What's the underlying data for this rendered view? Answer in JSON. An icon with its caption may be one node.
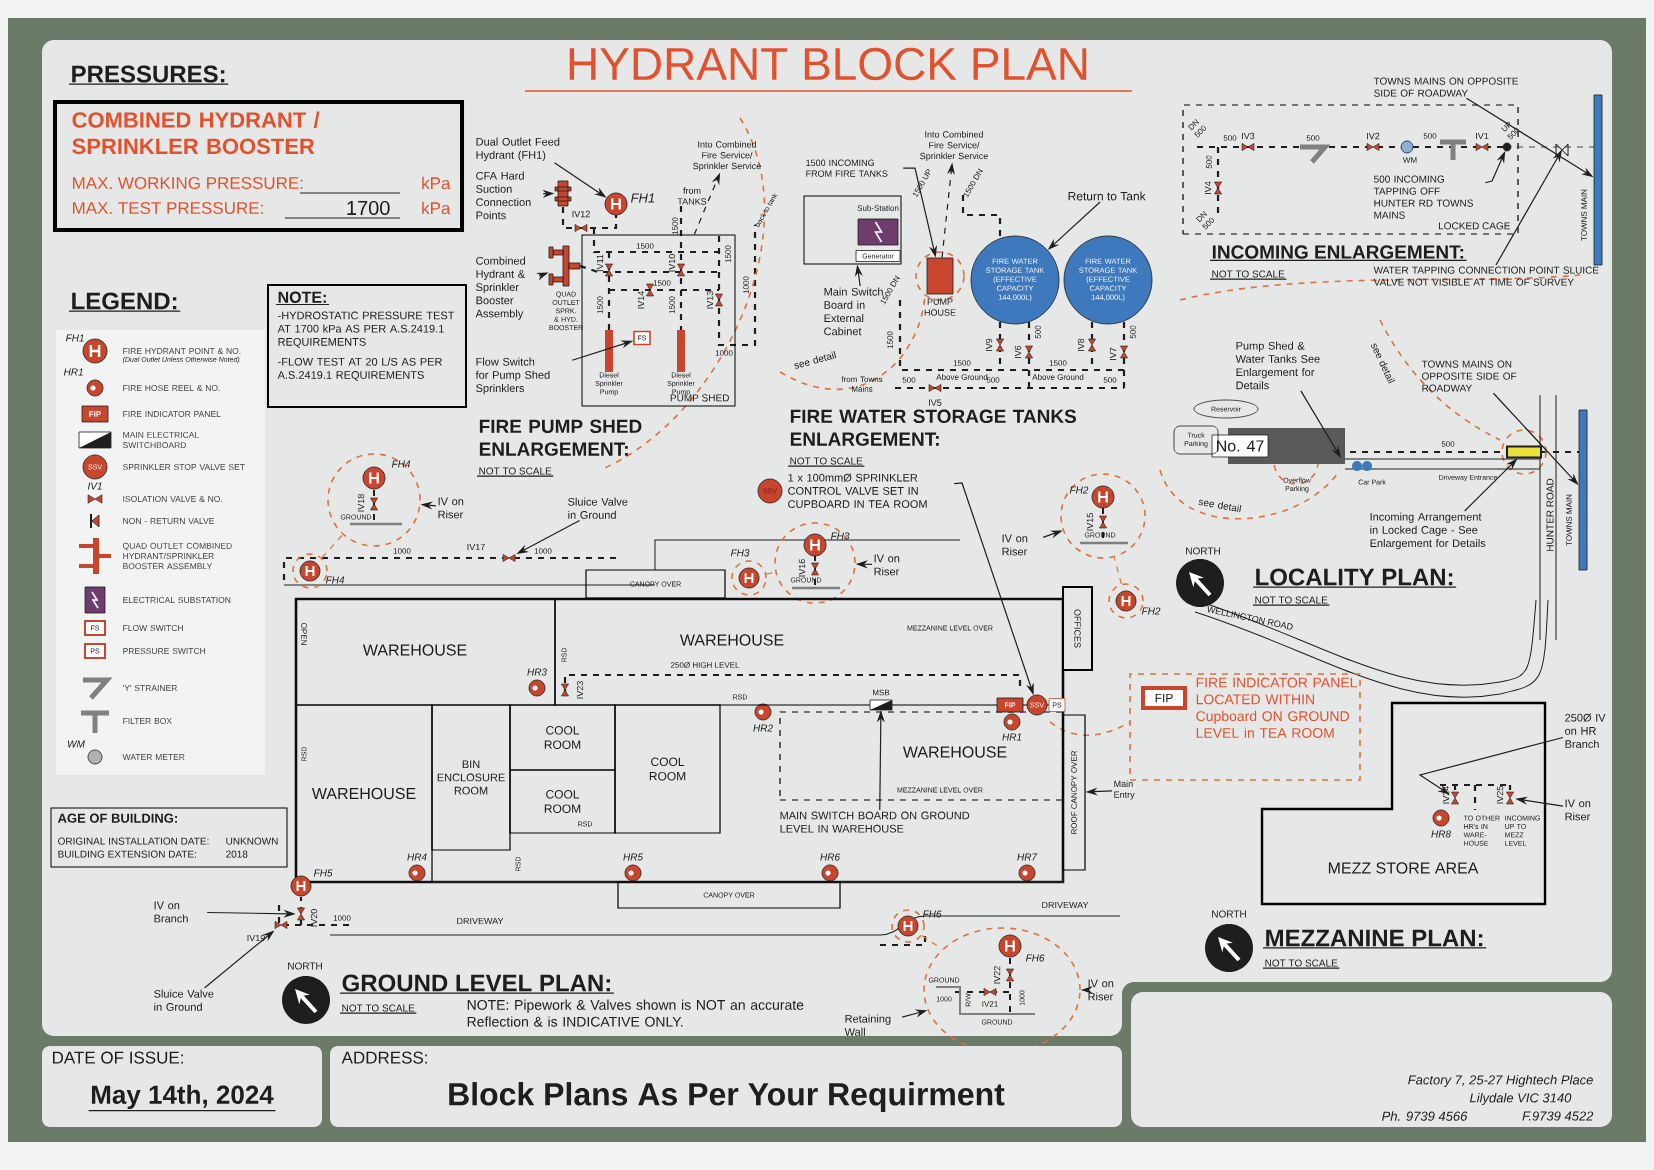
{
  "diagram": {
    "title": "HYDRANT BLOCK PLAN",
    "nodes": [
      {
        "text": [
          "COMBINED HYDRANT / SPRINKLER BOOSTER",
          "MAX. WORKING PRESSURE:",
          "kPa",
          "MAX. TEST PRESSURE:",
          "1700",
          "kPa"
        ]
      },
      {
        "text": [
          "NOTE:",
          "-HYDROSTATIC PRESSURE TEST AT 1700 kPa AS PER A.S.2419.1 REQUIREMENTS",
          "-FLOW TEST AT 20 L/S AS PER A.S.2419.1 REQUIREMENTS"
        ]
      },
      {
        "text": [
          "AGE OF BUILDING:",
          "ORIGINAL INSTALLATION DATE:",
          "UNKNOWN",
          "BUILDING EXTENSION DATE:",
          "2018"
        ]
      },
      {
        "text": [
          "Dual Outlet Feed Hydrant (FH1)"
        ]
      },
      {
        "text": [],
        "shape": "circle",
        "beside": [
          "FH1"
        ]
      },
      {
        "text": [
          "CFA Hard Suction Connection Points"
        ]
      },
      {
        "text": [],
        "shape": "picture"
      },
      {
        "text": [
          "Combined Hydrant & Sprinkler Booster Assembly"
        ]
      },
      {
        "text": [],
        "shape": "picture",
        "beside": [
          "QUAD OUTLET SPRK. & HYD. BOOSTER"
        ]
      },
      {
        "text": [
          "Flow Switch for Pump Shed Sprinklers"
        ]
      },
      {
        "text": [
          "PUMP SHED"
        ]
      },
      {
        "text": [
          "FS"
        ],
        "in": 10
      },
      {
        "text": [
          "Into Combined Fire Service/ Sprinkler Service"
        ]
      },
      {
        "text": [
          "Main Switch Board in External Cabinet"
        ]
      },
      {
        "text": [],
        "shape": "box"
      },
      {
        "text": [
          "Sub-Station"
        ],
        "in": 14
      },
      {
        "text": [
          "Generator"
        ],
        "in": 14
      },
      {
        "text": [
          "1500 INCOMING FROM FIRE TANKS"
        ]
      },
      {
        "text": [],
        "shape": "box",
        "beside": [
          "PUMP HOUSE"
        ]
      },
      {
        "text": [
          "Into Combined Fire Service/ Sprinkler Service"
        ]
      },
      {
        "text": [
          "FIRE WATER STORAGE TANK (EFFECTIVE CAPACITY 144,000L)"
        ]
      },
      {
        "text": [
          "FIRE WATER STORAGE TANK (EFFECTIVE CAPACITY 144,000L)"
        ]
      },
      {
        "text": [
          "Return to Tank"
        ]
      },
      {
        "text": [
          "Sluice Valve in Ground"
        ]
      },
      {
        "text": [
          "FH4",
          "IV18",
          "GROUND"
        ]
      },
      {
        "text": [
          "IV on Riser"
        ]
      },
      {
        "text": [],
        "shape": "circle",
        "beside": [
          "FH4"
        ]
      },
      {
        "text": [
          "SSV"
        ]
      },
      {
        "text": [
          "1 x 100mmØ SPRINKLER CONTROL VALVE SET IN CUPBOARD IN TEA ROOM"
        ]
      },
      {
        "text": [],
        "shape": "circle",
        "beside": [
          "FH3"
        ]
      },
      {
        "text": [
          "FH3",
          "IV16",
          "GROUND"
        ]
      },
      {
        "text": [
          "IV on Riser"
        ]
      },
      {
        "text": [
          "FH2",
          "IV15",
          "GROUND"
        ]
      },
      {
        "text": [
          "IV on Riser"
        ]
      },
      {
        "text": [],
        "shape": "circle",
        "beside": [
          "FH2"
        ]
      },
      {
        "text": [],
        "shape": "box"
      },
      {
        "text": [
          "WAREHOUSE"
        ],
        "in": 35
      },
      {
        "text": [
          "WAREHOUSE"
        ],
        "in": 35
      },
      {
        "text": [
          "WAREHOUSE"
        ],
        "in": 35
      },
      {
        "text": [
          "BIN ENCLOSURE ROOM"
        ],
        "in": 35
      },
      {
        "text": [
          "COOL ROOM"
        ],
        "in": 35
      },
      {
        "text": [
          "COOL ROOM"
        ],
        "in": 35
      },
      {
        "text": [
          "COOL ROOM"
        ],
        "in": 35
      },
      {
        "text": [
          "WAREHOUSE"
        ],
        "in": 35
      },
      {
        "text": [
          "OFFICES"
        ]
      },
      {
        "text": [
          "MSB"
        ],
        "in": 35
      },
      {
        "text": [
          "FIP"
        ],
        "in": 35
      },
      {
        "text": [
          "SSV"
        ],
        "in": 35
      },
      {
        "text": [
          "PS"
        ],
        "in": 35
      },
      {
        "text": [
          "MAIN SWITCH BOARD ON GROUND LEVEL IN WAREHOUSE"
        ],
        "in": 35
      },
      {
        "text": [
          "FIP",
          "FIRE INDICATOR PANEL LOCATED WITHIN Cupboard ON GROUND LEVEL in TEA ROOM"
        ]
      },
      {
        "text": [
          "ROOF CANOPY OVER"
        ]
      },
      {
        "text": [
          "Main Entry"
        ]
      },
      {
        "text": [
          "CANOPY OVER"
        ]
      },
      {
        "text": [
          "CANOPY OVER"
        ]
      },
      {
        "text": [
          "IV on Branch"
        ]
      },
      {
        "text": [
          "Sluice Valve in Ground"
        ]
      },
      {
        "text": [],
        "shape": "circle",
        "beside": [
          "FH6"
        ]
      },
      {
        "text": [
          "FH6",
          "IV22",
          "GROUND",
          "1000",
          "R/W",
          "IV21",
          "1000",
          "GROUND"
        ]
      },
      {
        "text": [
          "IV on Riser"
        ]
      },
      {
        "text": [
          "Retaining Wall"
        ]
      },
      {
        "text": [
          "MEZZ STORE AREA"
        ]
      },
      {
        "text": [
          "250Ø IV on HR Branch"
        ]
      },
      {
        "text": [
          "IV on Riser"
        ]
      },
      {
        "text": [
          "LOCKED CAGE"
        ]
      },
      {
        "text": [
          "TOWNS MAINS ON OPPOSITE SIDE OF ROADWAY"
        ]
      },
      {
        "text": [
          "TOWNS MAIN"
        ]
      },
      {
        "text": [
          "500 INCOMING TAPPING OFF HUNTER RD TOWNS MAINS"
        ],
        "in": 64
      },
      {
        "text": [
          "WATER TAPPING CONNECTION POINT SLUICE VALVE NOT VISIBLE AT TIME OF SURVEY"
        ]
      },
      {
        "text": [
          "Pump Shed & Water Tanks See Enlargement for Details"
        ]
      },
      {
        "text": [
          "TOWNS MAINS ON OPPOSITE SIDE OF ROADWAY"
        ]
      },
      {
        "text": [
          "TOWNS MAIN"
        ]
      },
      {
        "text": [
          "Incoming Arrangement in Locked Cage - See Enlargement for Details"
        ]
      },
      {
        "text": [],
        "shape": "box"
      },
      {
        "text": [
          "No. 47"
        ]
      },
      {
        "text": [
          "Reservoir"
        ]
      },
      {
        "text": [
          "Truck Parking"
        ]
      },
      {
        "text": [
          "DATE OF ISSUE:",
          "May 14th, 2024"
        ]
      },
      {
        "text": [
          "ADDRESS:",
          "Block Plans As Per Your Requirment"
        ]
      },
      {
        "text": [
          "Factory 7, 25-27 Hightech Place",
          "Lilydale VIC 3140",
          "Ph. 9739 4566",
          "F.9739 4522"
        ]
      },
      {
        "text": [],
        "shape": "circle",
        "beside": [
          "FH5"
        ]
      },
      {
        "text": [],
        "shape": "picture",
        "in": 61
      },
      {
        "text": [],
        "shape": "picture",
        "in": 61
      },
      {
        "text": [],
        "shape": "circle",
        "in": 64
      },
      {
        "text": [],
        "shape": "picture"
      },
      {
        "text": [],
        "shape": "picture"
      },
      {
        "text": [],
        "shape": "picture"
      }
    ],
    "edges": [
      {
        "from": 3,
        "to": 4,
        "arrow": "to"
      },
      {
        "from": 5,
        "to": 6,
        "arrow": "to"
      },
      {
        "from": 7,
        "to": 8,
        "arrow": "to"
      },
      {
        "from": 9,
        "to": 11,
        "arrow": "to"
      },
      {
        "from": 10,
        "to": 12,
        "arrow": "to",
        "style": "dashed"
      },
      {
        "from": 13,
        "to": 14,
        "arrow": "to"
      },
      {
        "from": 17,
        "to": 18,
        "arrow": "to"
      },
      {
        "from": 18,
        "to": 19,
        "arrow": "to",
        "style": "dashed"
      },
      {
        "from": 22,
        "to": 20,
        "arrow": "to"
      },
      {
        "from": 23,
        "to": 84,
        "arrow": "to"
      },
      {
        "from": 26,
        "to": 24,
        "arrow": "none",
        "style": "dashed",
        "color": "#e0703c"
      },
      {
        "from": 25,
        "to": 24,
        "arrow": "to"
      },
      {
        "from": 28,
        "to": 47,
        "arrow": "to"
      },
      {
        "from": 29,
        "to": 30,
        "arrow": "none",
        "style": "dashed",
        "color": "#e0703c"
      },
      {
        "from": 31,
        "to": 30,
        "arrow": "to"
      },
      {
        "from": 33,
        "to": 32,
        "arrow": "to"
      },
      {
        "from": 34,
        "to": 32,
        "arrow": "none",
        "style": "dashed",
        "color": "#e0703c"
      },
      {
        "from": 49,
        "to": 45,
        "arrow": "to"
      },
      {
        "from": 52,
        "to": 51,
        "arrow": "to"
      },
      {
        "from": 55,
        "to": 85,
        "arrow": "to"
      },
      {
        "from": 56,
        "to": 86,
        "arrow": "to"
      },
      {
        "from": 57,
        "to": 58,
        "arrow": "none",
        "style": "dashed",
        "color": "#e0703c"
      },
      {
        "from": 59,
        "to": 58,
        "arrow": "to"
      },
      {
        "from": 60,
        "to": 58,
        "arrow": "to"
      },
      {
        "from": 62,
        "to": 81,
        "arrow": "to"
      },
      {
        "from": 63,
        "to": 82,
        "arrow": "to"
      },
      {
        "from": 65,
        "to": 66,
        "arrow": "to"
      },
      {
        "from": 67,
        "to": 83,
        "arrow": "to"
      },
      {
        "from": 68,
        "to": null,
        "arrow": "to"
      },
      {
        "from": 70,
        "to": 71,
        "arrow": "to"
      },
      {
        "from": 72,
        "to": 73,
        "arrow": "to"
      },
      {
        "from": 69,
        "to": null,
        "arrow": "to"
      }
    ],
    "labels": [
      "PRESSURES:",
      "LEGEND:",
      "FH1",
      "(Dual Outlet Unless Otherwise Noted)",
      "HR1",
      "FIP",
      "SSV",
      "IV1",
      "FS",
      "PS",
      "WM",
      "from TANKS",
      "IV12",
      "1500",
      "IV11",
      "IV10",
      "1500",
      "1500",
      "1500",
      "1500",
      "IV14",
      "1500",
      "IV13",
      "1000",
      "1000",
      "back to tank",
      "Diesel Sprinkler Pump",
      "Diesel Sprinkler Pump",
      "FIRE PUMP SHED ENLARGEMENT:",
      "NOT TO SCALE",
      "1500 UP",
      "1500 DN",
      "1500 DN",
      "1500",
      "IV9",
      "500",
      "IV6",
      "IV8",
      "500",
      "IV7",
      "1500",
      "Above Ground",
      "1500",
      "Above Ground",
      "from Towns Mains",
      "500",
      "IV5",
      "500",
      "500",
      "see detail",
      "FIRE WATER STORAGE TANKS ENLARGEMENT:",
      "NOT TO SCALE",
      "DN 500",
      "500",
      "IV3",
      "500",
      "IV2",
      "WM",
      "500",
      "IV1",
      "UP 500",
      "500",
      "IV4",
      "DN 500",
      "INCOMING ENLARGEMENT:",
      "NOT TO SCALE",
      "see detail",
      "500",
      "Driveway Entrance",
      "Overflow Parking",
      "Car Park",
      "see detail",
      "HUNTER ROAD",
      "WELLINGTON ROAD",
      "NORTH",
      "LOCALITY PLAN:",
      "NOT TO SCALE",
      "1000",
      "IV17",
      "1000",
      "OPEN",
      "RSD",
      "250Ø HIGH LEVEL",
      "HR3",
      "IV23",
      "RSD",
      "HR2",
      "HR1",
      "MEZZANINE LEVEL OVER",
      "MEZZANINE LEVEL OVER",
      "RSD",
      "RSD",
      "RSD",
      "HR4",
      "HR5",
      "HR6",
      "HR7",
      "DRIVEWAY",
      "DRIVEWAY",
      "IV19",
      "IV20",
      "1000",
      "NORTH",
      "GROUND LEVEL PLAN:",
      "NOT TO SCALE",
      "NOTE: Pipework & Valves shown is NOT an accurate Reflection & is INDICATIVE ONLY.",
      "IV24",
      "IV25",
      "HR8",
      "TO OTHER HR's IN WARE- HOUSE",
      "INCOMING UP TO MEZZ LEVEL",
      "NORTH",
      "MEZZANINE PLAN:",
      "NOT TO SCALE"
    ],
    "legend": [
      {
        "text": "FIRE HYDRANT POINT & NO."
      },
      {
        "text": "FIRE HOSE REEL & NO."
      },
      {
        "text": "FIRE INDICATOR PANEL"
      },
      {
        "text": "MAIN ELECTRICAL SWITCHBOARD"
      },
      {
        "text": "SPRINKLER STOP VALVE SET"
      },
      {
        "text": "ISOLATION VALVE & NO."
      },
      {
        "text": "NON - RETURN VALVE"
      },
      {
        "text": "QUAD OUTLET COMBINED HYDRANT/SPRINKLER BOOSTER ASSEMBLY"
      },
      {
        "text": "ELECTRICAL SUBSTATION"
      },
      {
        "text": "FLOW SWITCH"
      },
      {
        "text": "PRESSURE SWITCH"
      },
      {
        "text": "'Y' STRAINER"
      },
      {
        "text": "FILTER BOX"
      },
      {
        "text": "WATER METER"
      }
    ]
  }
}
